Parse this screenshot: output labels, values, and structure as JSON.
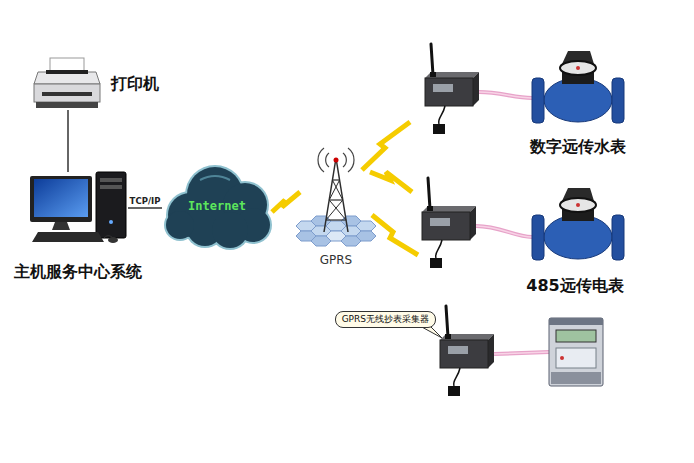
{
  "diagram": {
    "nodes": [
      {
        "text": [
          "打印机"
        ]
      },
      {
        "text": [
          "主机服务中心系统"
        ]
      },
      {
        "text": [
          "Internet"
        ]
      },
      {
        "text": [
          "GPRS"
        ]
      },
      {
        "text": [
          "GPRS无线抄表采集器"
        ]
      },
      {
        "text": [
          "数字远传水表"
        ]
      },
      {
        "text": [
          "485远传电表"
        ]
      }
    ],
    "edges": [
      {
        "from": 0,
        "to": 1,
        "arrow": "none"
      },
      {
        "from": 1,
        "to": 2,
        "label": "TCP/IP",
        "arrow": "none"
      },
      {
        "from": 2,
        "to": 3,
        "arrow": "none"
      }
    ]
  }
}
